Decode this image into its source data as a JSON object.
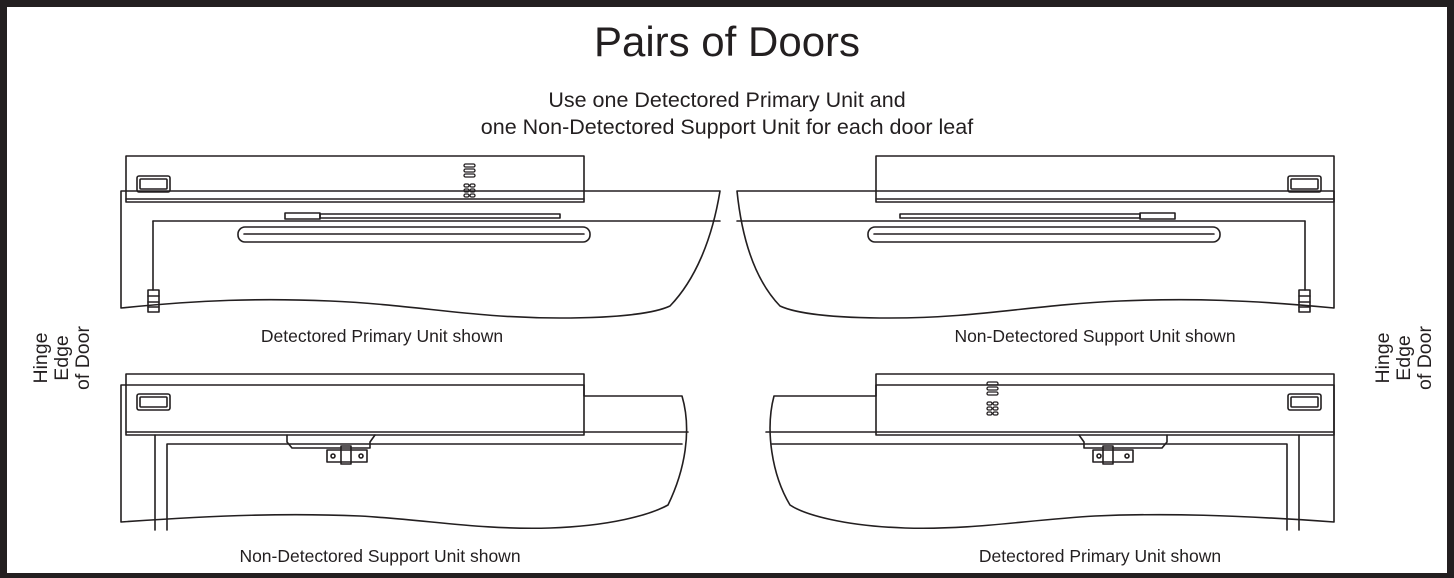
{
  "title": "Pairs of Doors",
  "subtitle_line1": "Use one Detectored Primary Unit and",
  "subtitle_line2": "one Non-Detectored Support Unit for each door leaf",
  "captions": {
    "top_left": "Detectored Primary Unit shown",
    "top_right": "Non-Detectored Support Unit shown",
    "bottom_left": "Non-Detectored Support Unit shown",
    "bottom_right": "Detectored Primary Unit shown"
  },
  "hinge_label": {
    "line1": "Hinge",
    "line2": "Edge",
    "line3": "of Door"
  },
  "colors": {
    "line": "#231f20",
    "background": "#ffffff"
  }
}
